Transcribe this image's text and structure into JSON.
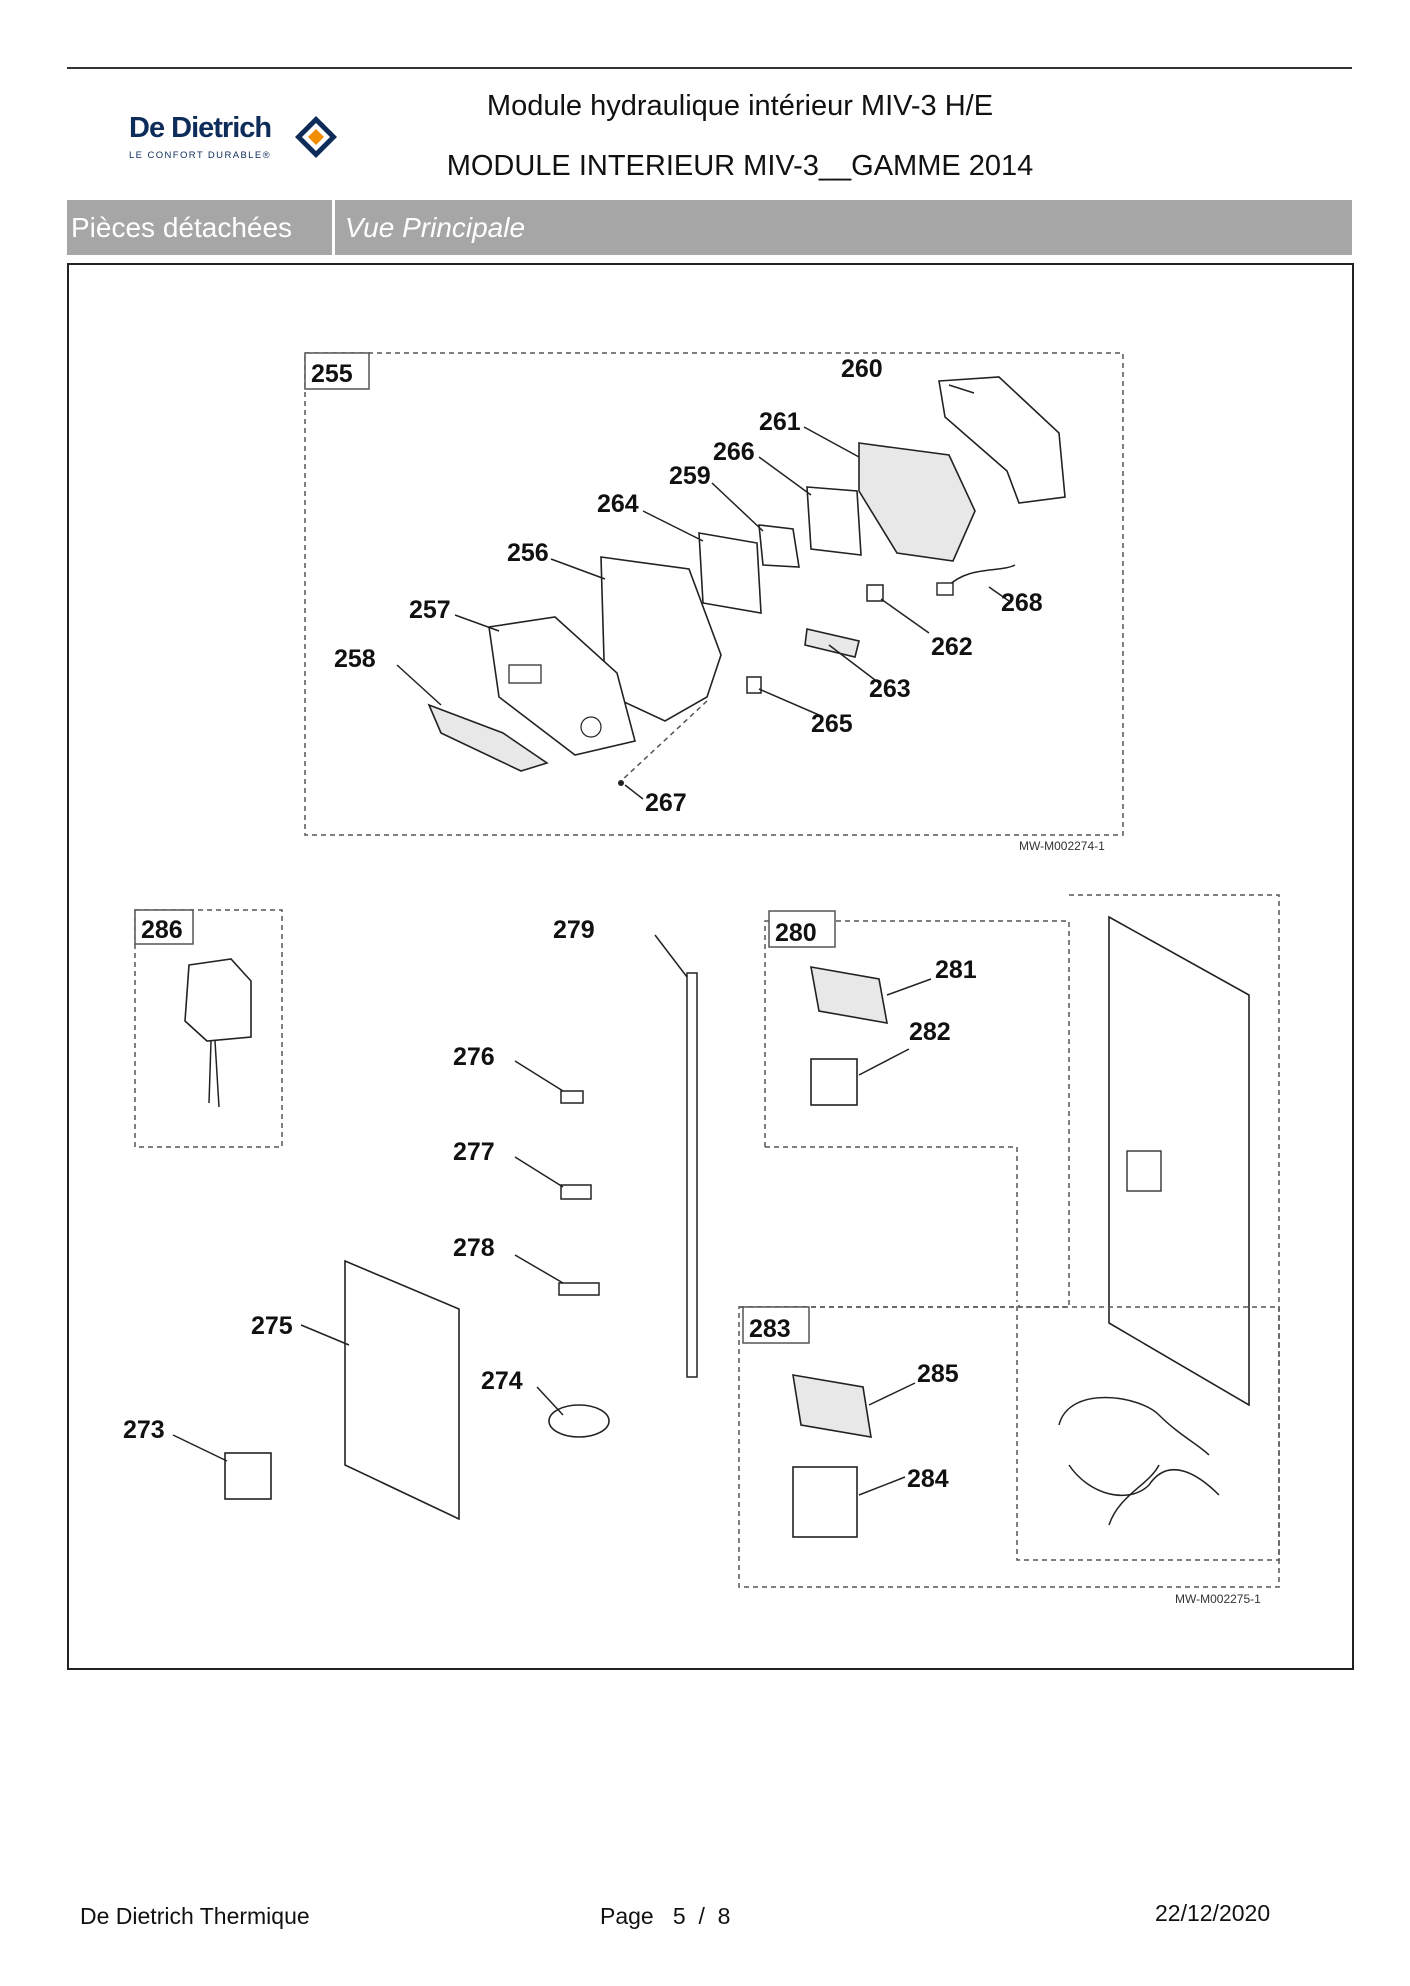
{
  "header": {
    "brand_name": "De Dietrich",
    "brand_tagline": "LE CONFORT DURABLE®",
    "title_line1": "Module hydraulique intérieur MIV-3 H/E",
    "title_line2": "MODULE INTERIEUR MIV-3__GAMME 2014"
  },
  "section": {
    "category": "Pièces détachées",
    "view": "Vue Principale"
  },
  "diagram": {
    "group_labels": [
      "255",
      "286",
      "280",
      "283"
    ],
    "part_labels": [
      "260",
      "261",
      "266",
      "259",
      "264",
      "256",
      "257",
      "258",
      "268",
      "262",
      "263",
      "265",
      "267",
      "279",
      "281",
      "282",
      "276",
      "277",
      "278",
      "275",
      "274",
      "273",
      "285",
      "284"
    ],
    "references": [
      "MW-M002274-1",
      "MW-M002275-1"
    ]
  },
  "footer": {
    "company": "De Dietrich Thermique",
    "page_label": "Page",
    "page_current": "5",
    "page_sep": "/",
    "page_total": "8",
    "date": "22/12/2020"
  },
  "colors": {
    "brand_blue": "#0d2c5a",
    "brand_orange": "#f28c00",
    "section_bar": "#a6a6a6"
  }
}
